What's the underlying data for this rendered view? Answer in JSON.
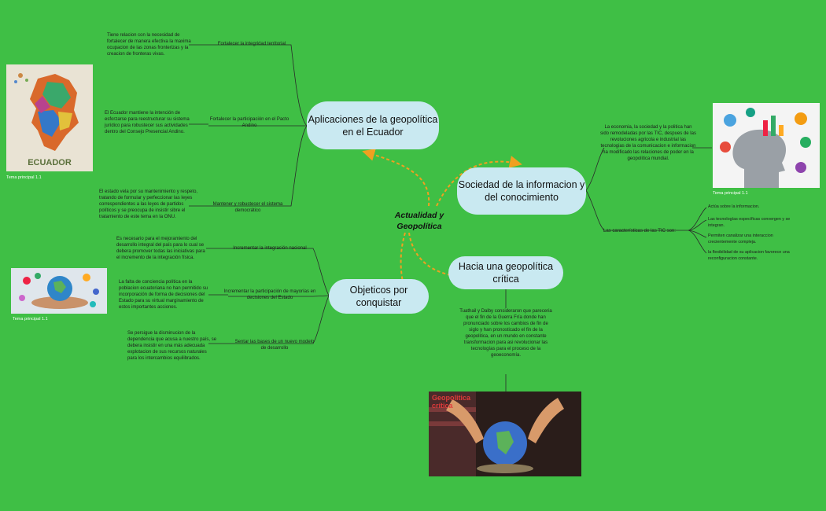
{
  "center": {
    "line1": "Actualidad y",
    "line2": "Geopolítica"
  },
  "topics": {
    "apl": "Aplicaciones de la geopolítica en el Ecuador",
    "soc": "Sociedad de la informacion y del conocimiento",
    "obj": "Objeticos por conquistar",
    "hac": "Hacia una geopolítica crítica"
  },
  "apl": {
    "sub1": "Fortalecer la integridad territorial",
    "sub1_desc": "Tiene relacion con la necesidad de fortalecer de manera efectiva la maxima ocupacion de las zonas fronterizas y la creacion de fronteras vivas.",
    "sub2": "Fortalecer la participación en el Pacto Andino",
    "sub2_desc": "El Ecuador mantiene la intención de esforzarse para reestructurar su sistema jurídico para robustecer sus actividades dentro del Consejo Presencial Andino.",
    "sub3": "Mantener y robustecer el sistema democrático",
    "sub3_desc": "El estado vela por su mantenimiento y respeto, tratando de formular y perfeccionar las leyes correspondientes a las leyes de partidos políticos y se preocupa de insistir sibre el tratamiento de este tema en la ONU."
  },
  "obj": {
    "sub1": "Incrementar la integración nacional",
    "sub1_desc": "Es necesario para el mejoramiento del desarrollo integral del país para lo cual se debera promover todas las iniciativas para el incremento de la integración física.",
    "sub2": "Incrementar la participación de mayorías en decisiones del Estado",
    "sub2_desc": "La falta de conciencia política en la poblacion ecuatoriana no han permitido su incorporación de forma de decisiones del Estado para su virtual marginamiento de estos importantes acciones.",
    "sub3": "Sentar las bases de un nuevo modelo de desarrollo",
    "sub3_desc": "Se persigue la disminucion de la dependencia que acusa a nuestro país, se debera insistir en una más adecuada explotacion de sus recursos naturales para los intercambios equilibrados."
  },
  "soc": {
    "desc": "La economia, la sociedad y la politica han sido remodeladas por las TIC, despues de las revoluciones agricola e industrial las tecnologias de la comunicacion e informacion ha modificado las relaciones de poder en la geopolitica mundial.",
    "tic_label": "Las características de las TIC son:",
    "items": [
      "Actúa sobre la informacion.",
      "Las tecnologías específicas convergen y se integran.",
      "Permiten canalizar una interaccion crecientemente compleja.",
      "la flexibilidad de su aplicacion favorece una reconfiguracion constante."
    ]
  },
  "hac": {
    "desc": "Tuathail y Dalby consideraron que pareceria que el fin de la Guerra Fría donde han pronunciado sobre los cambios de fin de siglo y han pronosticado el fin de la geopolitica, en un mundo en constante transformacion para asi revolucionar las tecnologías para el proceso de la geoeconomía."
  },
  "images": {
    "ecuador_text": "ECUADOR",
    "critica_text": "Geopolitica crítica"
  },
  "captions": {
    "cap1": "Tema principal 1.1",
    "cap2": "Tema principal 1.1",
    "cap3": "Tema principal 1.1"
  },
  "colors": {
    "background": "#3fbf45",
    "node": "#c9e9f1",
    "arrow": "#f0a020",
    "line": "#2a2a2a"
  }
}
